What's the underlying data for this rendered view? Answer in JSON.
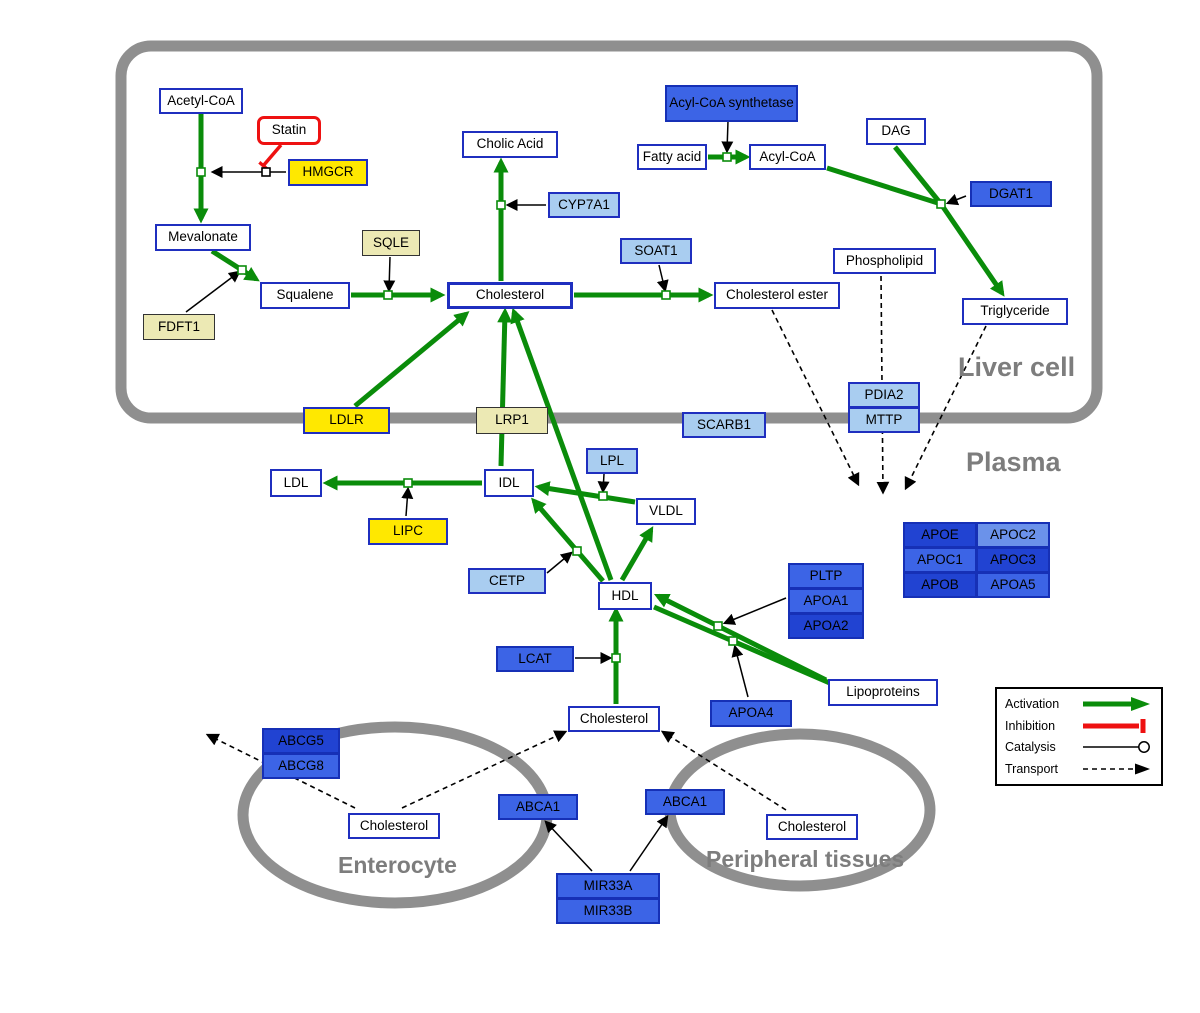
{
  "regions": {
    "liver_cell": "Liver cell",
    "plasma": "Plasma",
    "enterocyte": "Enterocyte",
    "peripheral_tissues": "Peripheral tissues"
  },
  "legend": {
    "activation": "Activation",
    "inhibition": "Inhibition",
    "catalysis": "Catalysis",
    "transport": "Transport"
  },
  "colors": {
    "activation_green": "#0a8c0a",
    "inhibition_red": "#ee1111",
    "membrane_gray": "#8f8f8f",
    "gene_blue": "#3c64e6",
    "gene_dark_blue": "#2143d2",
    "gene_light_blue": "#a9cdf0",
    "drug_target_yellow": "#ffe800",
    "enzyme_pale_yellow": "#ece9b4",
    "node_border_blue": "#1f2fbf"
  },
  "nodes": {
    "acetyl_coa": "Acetyl-CoA",
    "statin": "Statin",
    "hmgcr": "HMGCR",
    "mevalonate": "Mevalonate",
    "fdft1": "FDFT1",
    "squalene": "Squalene",
    "sqle": "SQLE",
    "cholesterol": "Cholesterol",
    "cholic_acid": "Cholic Acid",
    "cyp7a1": "CYP7A1",
    "soat1": "SOAT1",
    "cholesterol_ester": "Cholesterol ester",
    "acyl_coa_synthetase": "Acyl-CoA synthetase",
    "fatty_acid": "Fatty acid",
    "acyl_coa": "Acyl-CoA",
    "dag": "DAG",
    "dgat1": "DGAT1",
    "phospholipid": "Phospholipid",
    "triglyceride": "Triglyceride",
    "ldlr": "LDLR",
    "lrp1": "LRP1",
    "scarb1": "SCARB1",
    "pdia2": "PDIA2",
    "mttp": "MTTP",
    "ldl": "LDL",
    "idl": "IDL",
    "lpl": "LPL",
    "vldl": "VLDL",
    "lipc": "LIPC",
    "cetp": "CETP",
    "hdl": "HDL",
    "pltp": "PLTP",
    "apoa1": "APOA1",
    "apoa2": "APOA2",
    "apoe": "APOE",
    "apoc2": "APOC2",
    "apoc1": "APOC1",
    "apoc3": "APOC3",
    "apob": "APOB",
    "apoa5": "APOA5",
    "lcat": "LCAT",
    "apoa4": "APOA4",
    "lipoproteins": "Lipoproteins",
    "abcg5": "ABCG5",
    "abcg8": "ABCG8",
    "abca1": "ABCA1",
    "mir33a": "MIR33A",
    "mir33b": "MIR33B"
  }
}
